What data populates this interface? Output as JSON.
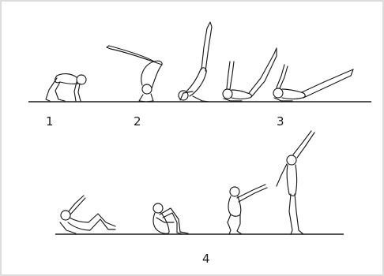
{
  "figure": {
    "labels": [
      "1",
      "2",
      "3",
      "4"
    ],
    "stroke_color": "#1a1a1a",
    "frame_color": "#dcdcdc"
  }
}
